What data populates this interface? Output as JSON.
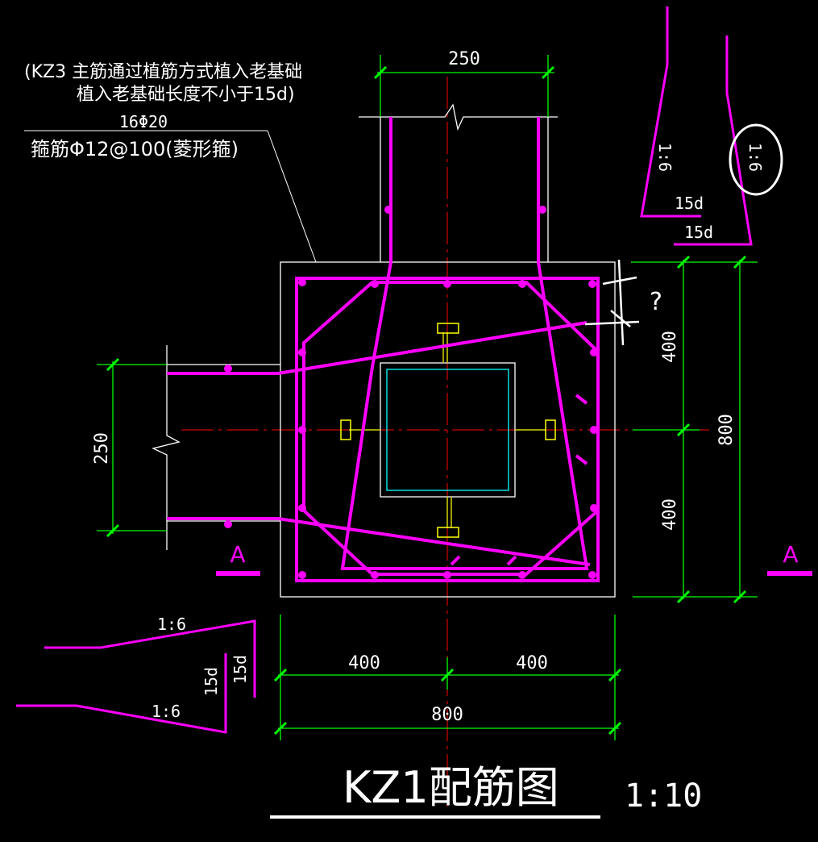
{
  "colors": {
    "background": "#000000",
    "rebar": "#ff00ff",
    "outline": "#ffffff",
    "dimension": "#00ff00",
    "centerline": "#ff0000",
    "steel": "#00ffff",
    "stiffener": "#ffff00",
    "stud": "#d4d400"
  },
  "notes": {
    "anchor_line1": "(KZ3 主筋通过植筋方式植入老基础",
    "anchor_line2": "植入老基础长度不小于15d)",
    "main_bars": "16Φ20",
    "stirrups": "箍筋Φ12@100(菱形箍)"
  },
  "dimensions": {
    "top_beam_width": "250",
    "left_beam_width": "250",
    "right_upper": "400",
    "right_lower": "400",
    "right_total": "800",
    "bottom_left": "400",
    "bottom_right": "400",
    "bottom_total": "800"
  },
  "details": {
    "slope_a": "1:6",
    "slope_b": "1:6",
    "anchor_a": "15d",
    "anchor_b": "15d",
    "left_slope_top": "1:6",
    "left_slope_bottom": "1:6",
    "left_anchor_a": "15d",
    "left_anchor_b": "15d"
  },
  "section": {
    "left_marker": "A",
    "right_marker": "A"
  },
  "annotation": {
    "question": "?"
  },
  "title": {
    "main": "KZ1配筋图",
    "scale": "1:10"
  }
}
